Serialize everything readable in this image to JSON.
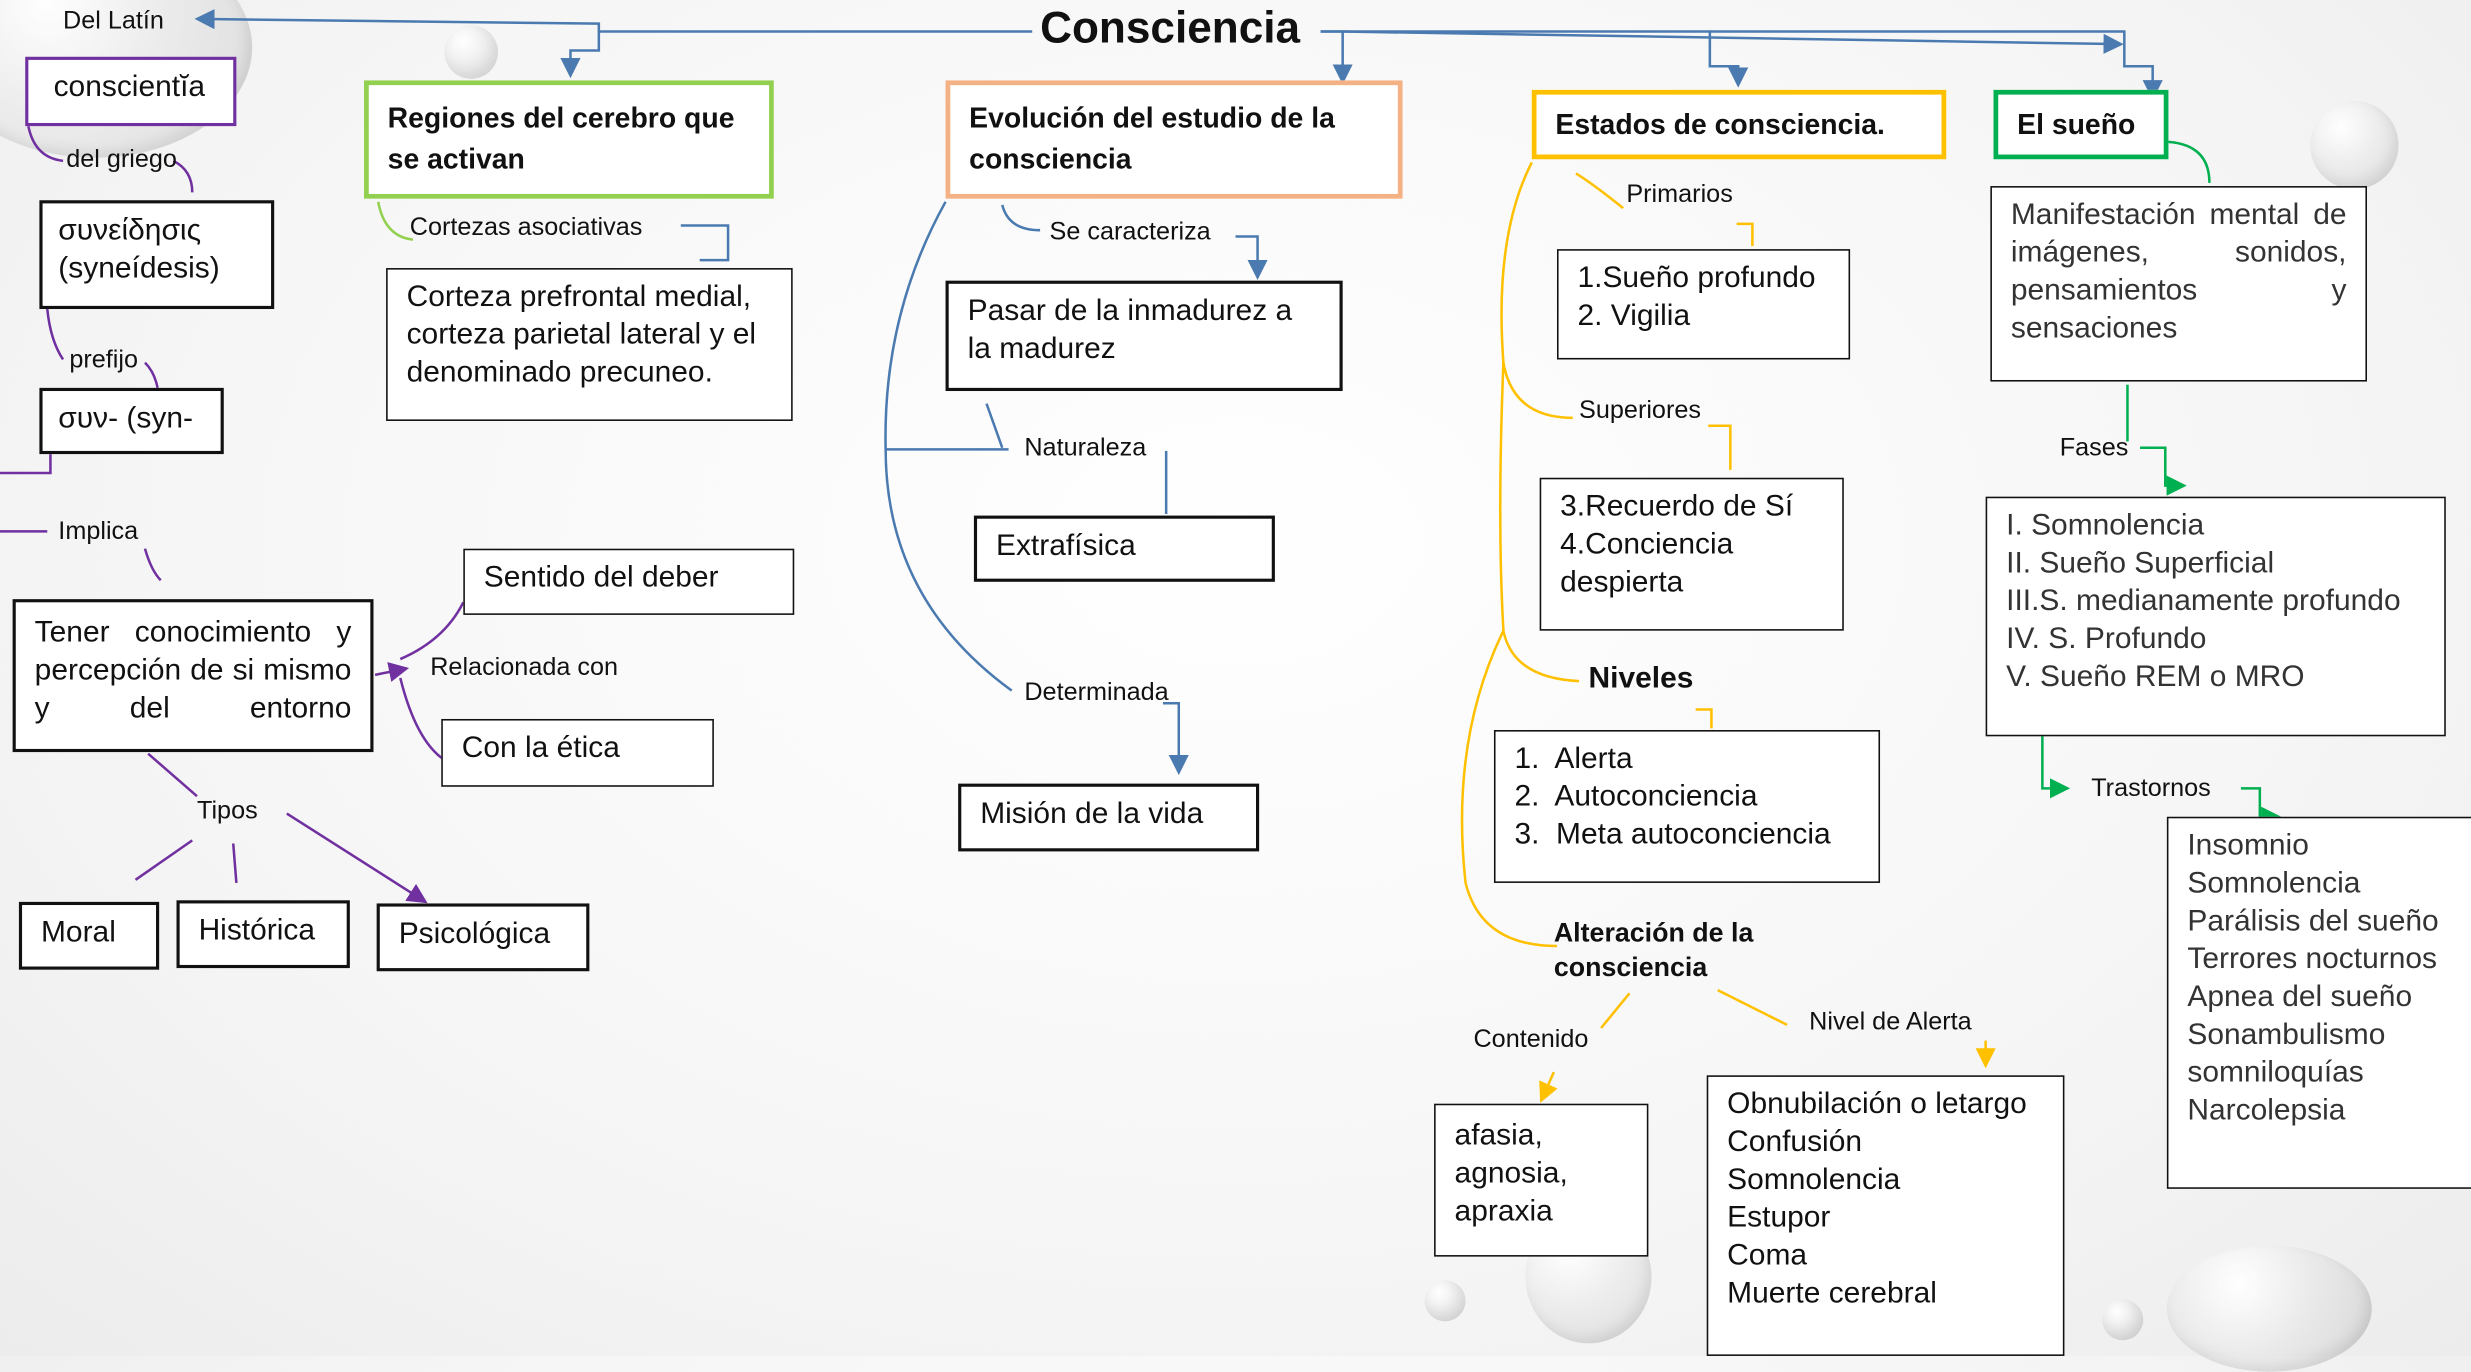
{
  "title": "Consciencia",
  "origin": {
    "del_latin": "Del Latín",
    "latin_word": "conscientĭa",
    "del_griego": "del griego",
    "greek_word": "συνείδησις (syneídesis)",
    "prefijo": "prefijo",
    "prefix_word": "συν- (syn-",
    "implica": "Implica",
    "definition": "Tener conocimiento y percepción de si mismo y del entorno",
    "relacionada": "Relacionada con",
    "sentido": "Sentido del deber",
    "etica": "Con la ética",
    "tipos": "Tipos",
    "types": [
      "Moral",
      "Histórica",
      "Psicológica"
    ]
  },
  "regiones": {
    "header": "Regiones del cerebro que se activan",
    "label": "Cortezas asociativas",
    "content": "Corteza prefrontal medial, corteza parietal lateral y el denominado precuneo."
  },
  "evolucion": {
    "header": "Evolución del estudio de la consciencia",
    "caracteriza": "Se caracteriza",
    "pasar": "Pasar de la inmadurez a la madurez",
    "naturaleza": "Naturaleza",
    "extrafisica": "Extrafísica",
    "determinada": "Determinada",
    "mision": "Misión de la vida"
  },
  "estados": {
    "header": "Estados de consciencia.",
    "primarios": "Primarios",
    "primarios_items": [
      "1.Sueño profundo",
      "2. Vigilia"
    ],
    "superiores": "Superiores",
    "superiores_items": [
      "3.Recuerdo de Sí",
      "4.Conciencia despierta"
    ],
    "niveles": "Niveles",
    "niveles_items": [
      "1.  Alerta",
      "2.  Autoconciencia",
      "3.  Meta autoconciencia"
    ],
    "alteracion": "Alteración de la consciencia",
    "contenido": "Contenido",
    "contenido_items": "afasia, agnosia, apraxia",
    "nivel_alerta": "Nivel de Alerta",
    "alerta_items": [
      "Obnubilación o letargo",
      "Confusión",
      "Somnolencia",
      "Estupor",
      "Coma",
      "Muerte cerebral"
    ]
  },
  "sueno": {
    "header": "El sueño",
    "definition": "Manifestación mental de imágenes, sonidos, pensamientos y sensaciones",
    "fases": "Fases",
    "fases_items": [
      "I. Somnolencia",
      "II. Sueño Superficial",
      "III.S. medianamente profundo",
      "IV. S. Profundo",
      "V. Sueño REM o MRO"
    ],
    "trastornos": "Trastornos",
    "trastornos_items": [
      "Insomnio",
      "Somnolencia",
      "Parálisis del sueño",
      "Terrores nocturnos",
      "Apnea del sueño",
      "Sonambulismo",
      "somniloquías",
      "Narcolepsia"
    ]
  },
  "colors": {
    "purple": "#7030a0",
    "green": "#92d050",
    "orange": "#f4b183",
    "yellow": "#ffc000",
    "sueno_green": "#00b050",
    "blue": "#4a7ab0"
  }
}
